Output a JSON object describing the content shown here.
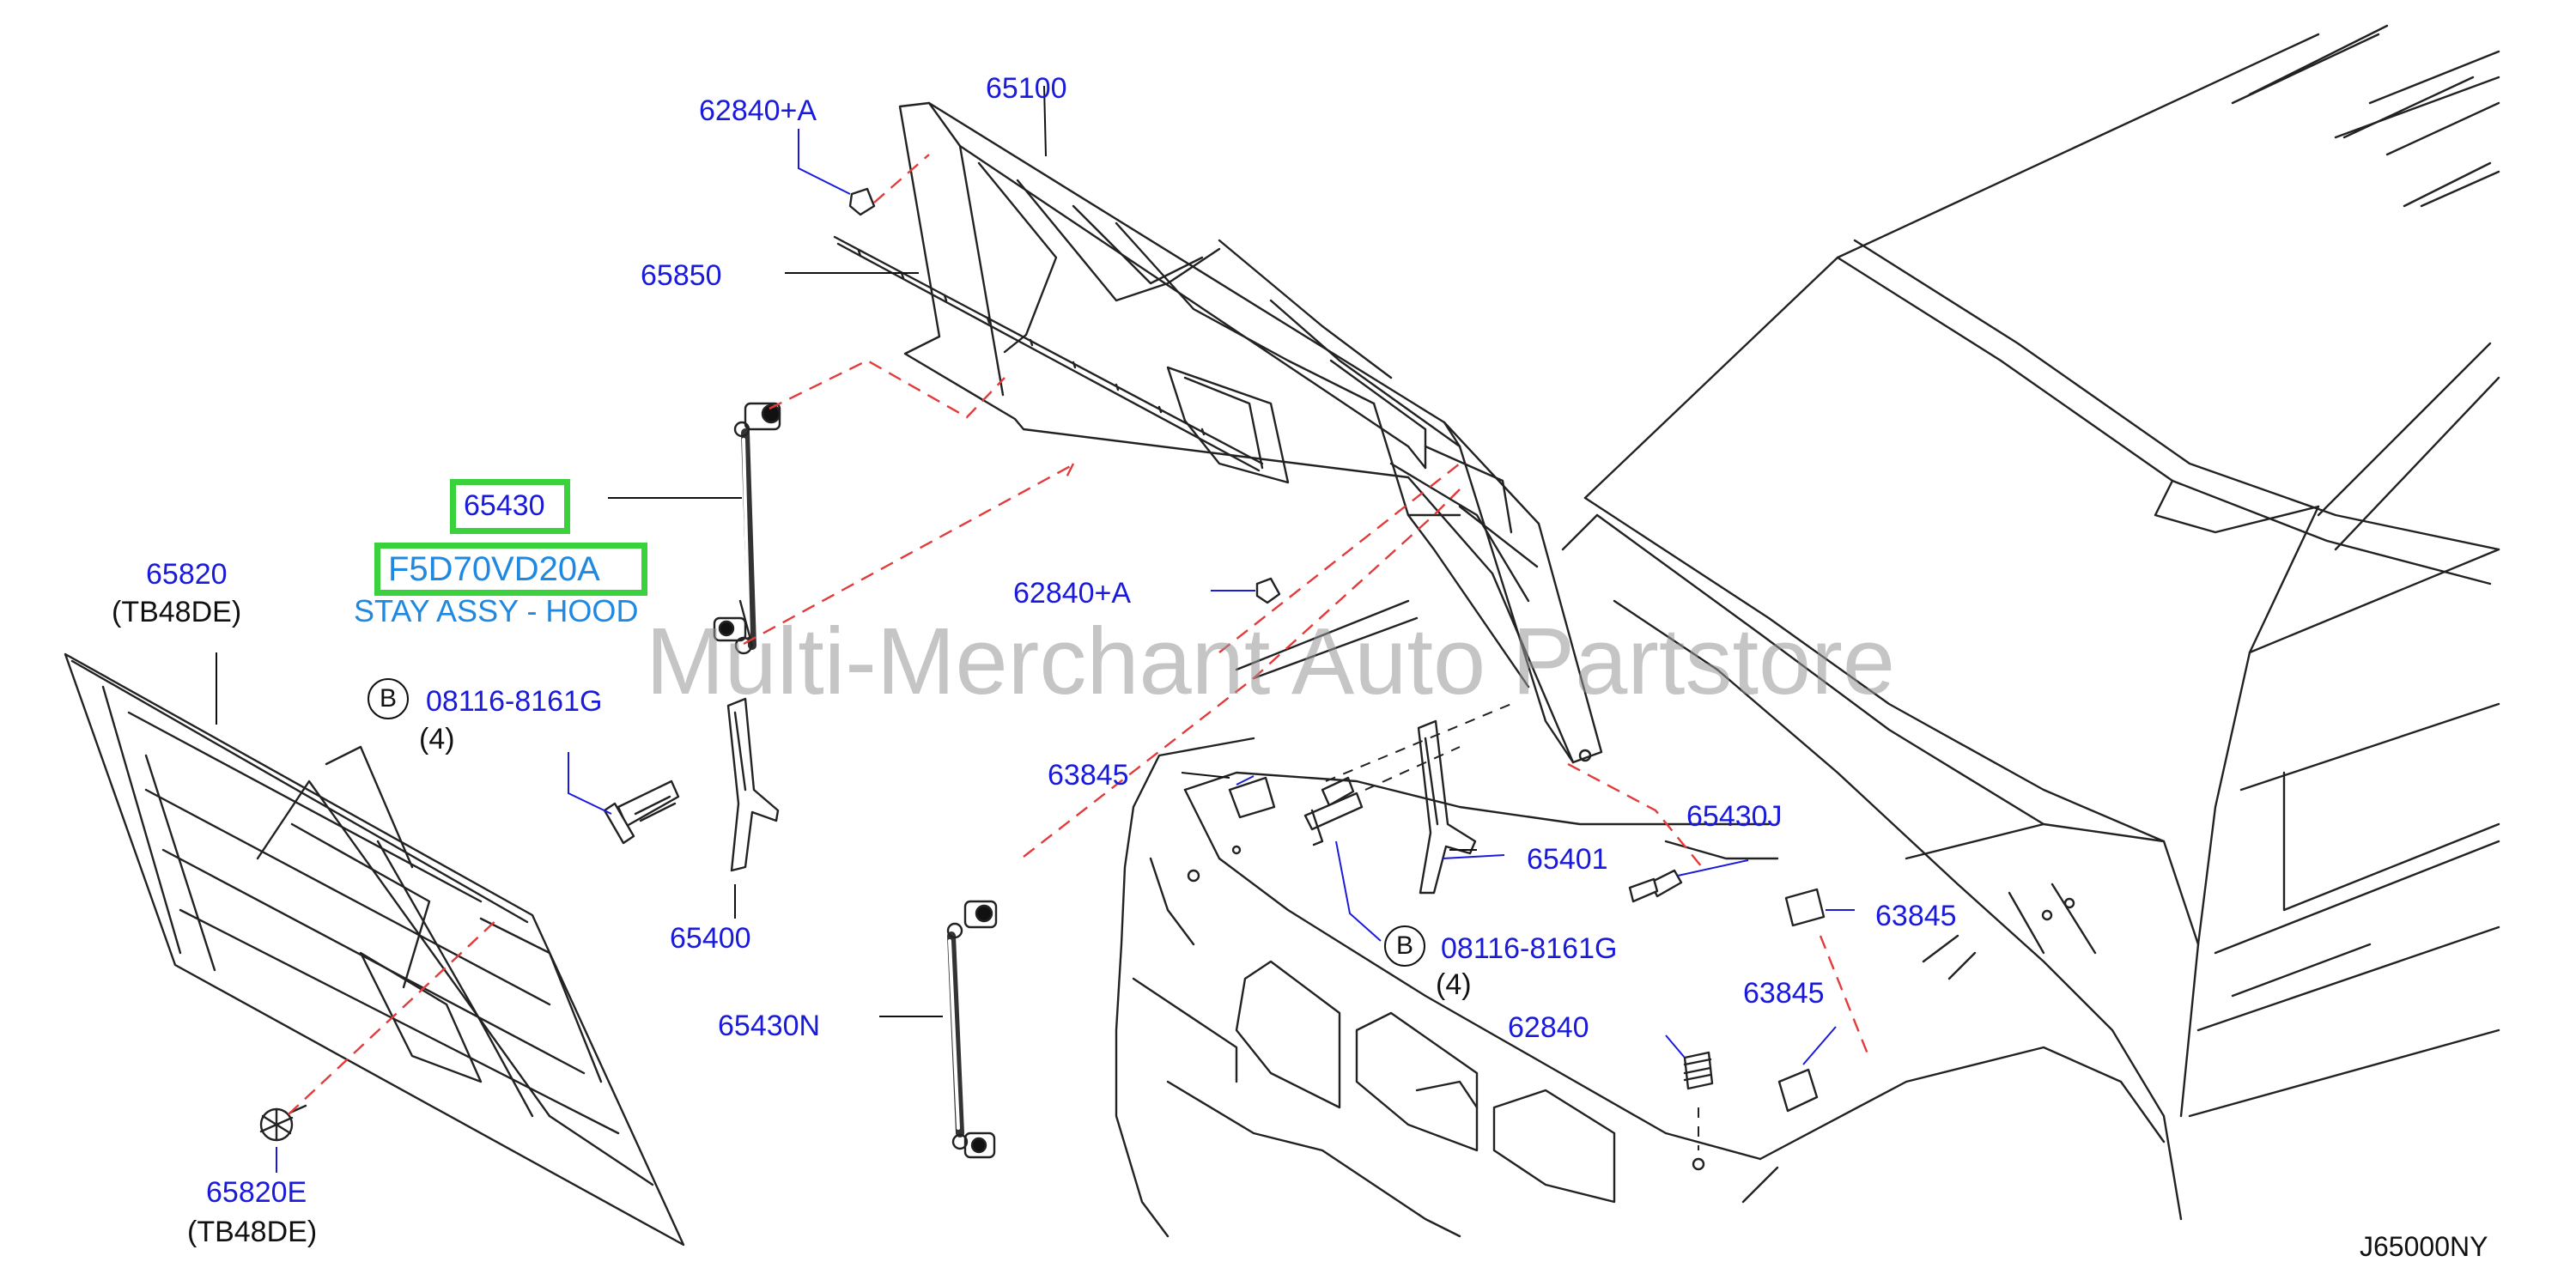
{
  "diagram": {
    "code": "J65000NY",
    "watermark": "Multi-Merchant Auto Partstore",
    "highlight": {
      "part": "65430",
      "part_number": "F5D70VD20A",
      "description": "STAY ASSY - HOOD"
    },
    "callouts": {
      "c62840a_top": "62840+A",
      "c65100": "65100",
      "c65850": "65850",
      "c65820": "65820",
      "c65820_note": "(TB48DE)",
      "c08116_left": "08116-8161G",
      "c08116_left_qty": "(4)",
      "c08116_left_circle": "B",
      "c65400": "65400",
      "c65430n": "65430N",
      "c65820e": "65820E",
      "c65820e_note": "(TB48DE)",
      "c62840a_mid": "62840+A",
      "c63845_left": "63845",
      "c65401": "65401",
      "c65430j": "65430J",
      "c63845_right": "63845",
      "c08116_right": "08116-8161G",
      "c08116_right_qty": "(4)",
      "c08116_right_circle": "B",
      "c63845_lower": "63845",
      "c62840": "62840"
    },
    "colors": {
      "label": "#1a1adb",
      "highlight_border": "#39d23c",
      "highlight_text": "#1f88e0",
      "dashed": "#e33b3b"
    }
  }
}
